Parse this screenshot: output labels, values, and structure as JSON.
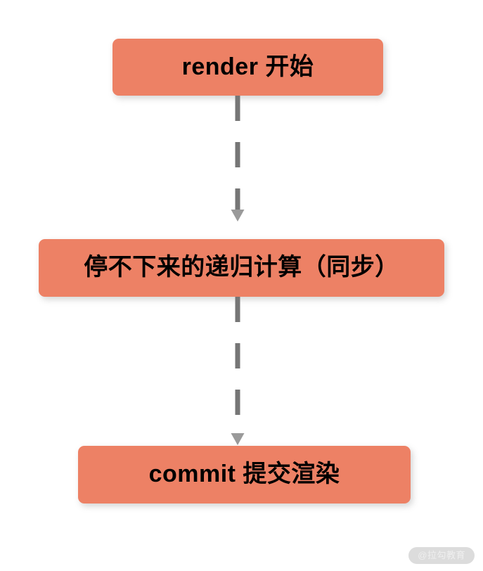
{
  "diagram": {
    "title": "React render flow",
    "accent_color": "#ED8165",
    "connector_color": "#767676",
    "text_color": "#000000",
    "background_color": "#FFFFFF",
    "nodes": [
      {
        "id": "render",
        "label": "render 开始"
      },
      {
        "id": "recursive",
        "label": "停不下来的递归计算（同步）"
      },
      {
        "id": "commit",
        "label": "commit 提交渲染"
      }
    ],
    "connectors": [
      {
        "id": "connector-1",
        "from": "render",
        "to": "recursive",
        "style": "dashed",
        "arrow": "down"
      },
      {
        "id": "connector-2",
        "from": "recursive",
        "to": "commit",
        "style": "dashed",
        "arrow": "down"
      }
    ]
  },
  "watermark": {
    "text": "@拉勾教育"
  }
}
